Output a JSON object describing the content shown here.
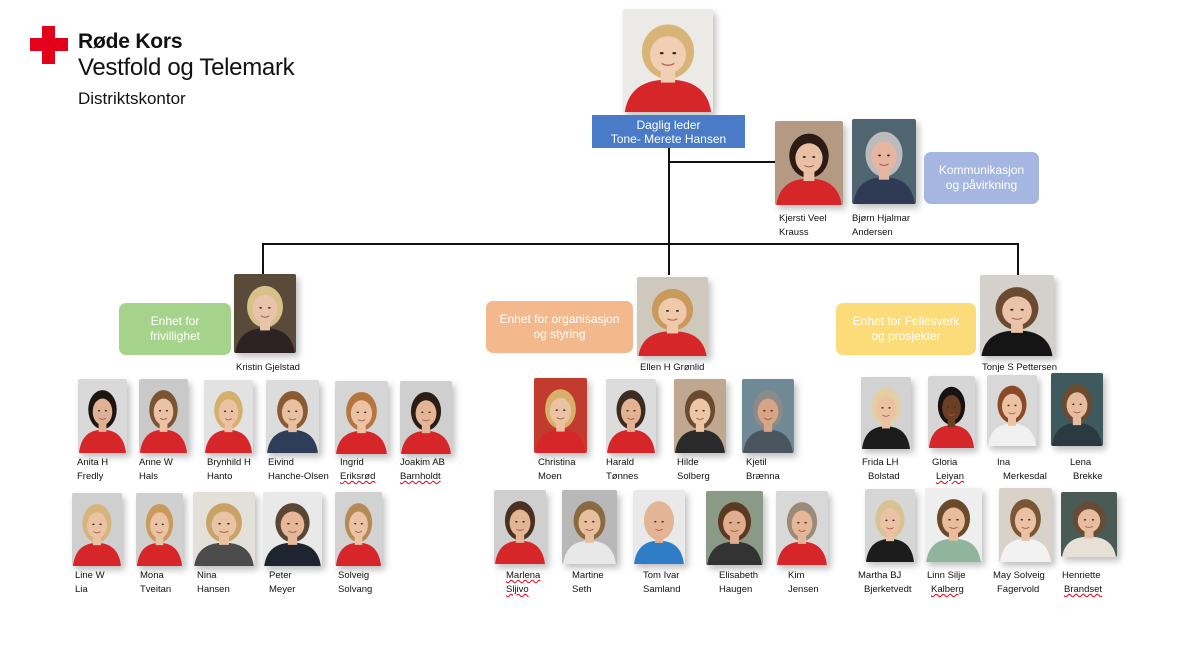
{
  "logo": {
    "name": "Røde Kors",
    "region": "Vestfold og Telemark",
    "office": "Distriktskontor",
    "brand_color": "#e2001a"
  },
  "leader": {
    "title": "Daglig leder",
    "name": "Tone- Merete Hansen"
  },
  "communication": {
    "box": [
      "Kommunikasjon",
      "og påvirkning"
    ],
    "people": [
      [
        "Kjersti Veel",
        "Krauss"
      ],
      [
        "Bjørn Hjalmar",
        "Andersen"
      ]
    ]
  },
  "units": {
    "frivillighet": {
      "box": [
        "Enhet for",
        "frivillighet"
      ],
      "head": "Kristin Gjelstad",
      "row1": [
        [
          "Anita H",
          "Fredly"
        ],
        [
          "Anne W",
          "Hals"
        ],
        [
          "Brynhild H",
          "Hanto"
        ],
        [
          "Eivind",
          "Hanche-Olsen"
        ],
        [
          "Ingrid",
          "Eriksrød"
        ],
        [
          "Joakim AB",
          "Barnholdt"
        ]
      ],
      "row2": [
        [
          "Line W",
          "Lia"
        ],
        [
          "Mona",
          "Tveitan"
        ],
        [
          "Nina",
          "Hansen"
        ],
        [
          "Peter",
          "Meyer"
        ],
        [
          "Solveig",
          "Solvang"
        ]
      ]
    },
    "organisasjon": {
      "box": [
        "Enhet for organisasjon",
        "og styring"
      ],
      "head": "Ellen H Grønlid",
      "row1": [
        [
          "Christina",
          "Moen"
        ],
        [
          "Harald",
          "Tønnes"
        ],
        [
          "Hilde",
          "Solberg"
        ],
        [
          "Kjetil",
          "Brænna"
        ]
      ],
      "row2": [
        [
          "Marlena",
          "Sljivo"
        ],
        [
          "Martine",
          "Seth"
        ],
        [
          "Tom Ivar",
          "Samland"
        ],
        [
          "Elisabeth",
          "Haugen"
        ],
        [
          "Kim",
          "Jensen"
        ]
      ]
    },
    "fellesverk": {
      "box": [
        "Enhet for Fellesverk",
        "og prosjekter"
      ],
      "head": "Tonje S Pettersen",
      "row1": [
        [
          "Frida LH",
          "Bolstad"
        ],
        [
          "Gloria",
          "Leiyan"
        ],
        [
          "Ina",
          "Merkesdal"
        ],
        [
          "Lena",
          "Brekke"
        ]
      ],
      "row2": [
        [
          "Martha BJ",
          "Bjerketvedt"
        ],
        [
          "Linn Silje",
          "Kalberg"
        ],
        [
          "May Solveig",
          "Fagervold"
        ],
        [
          "Henriette",
          "Brandset"
        ]
      ]
    }
  },
  "colors": {
    "leader_box": "#4a7bc6",
    "communication_box": "#a5b6e0",
    "frivillighet_box": "#a6d38c",
    "organisasjon_box": "#f3b98d",
    "fellesverk_box": "#fbdc79",
    "uniform_red": "#d7262a"
  }
}
